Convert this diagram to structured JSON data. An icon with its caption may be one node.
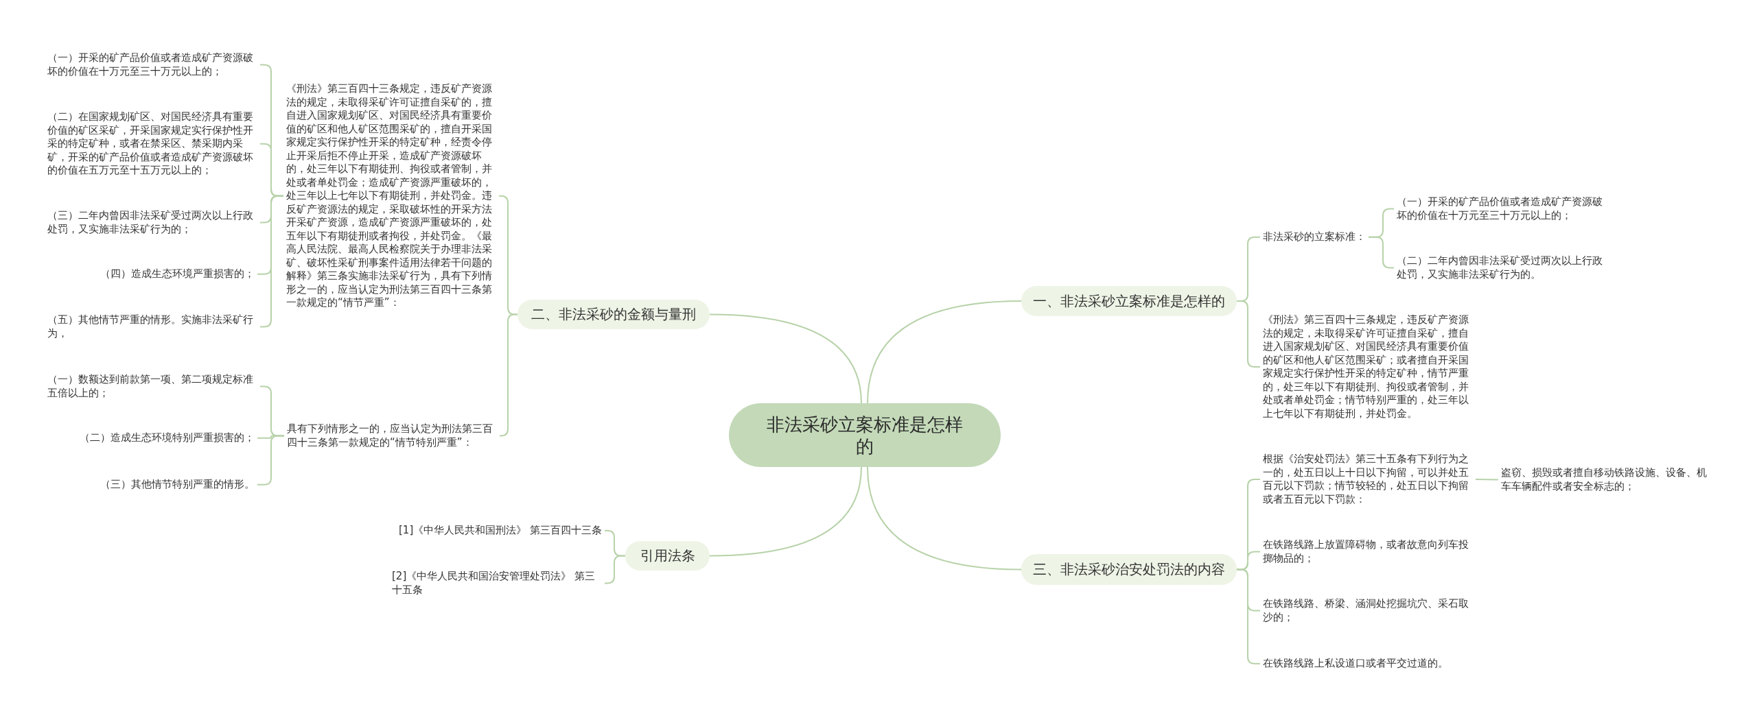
{
  "diagram": {
    "nodes": [
      {
        "text": [
          "非法采砂立案标准是怎样的"
        ]
      },
      {
        "text": [
          "一、非法采砂立案标准是怎样的"
        ]
      },
      {
        "text": [
          "非法采砂的立案标准："
        ]
      },
      {
        "text": [
          "（一）开采的矿产品价值或者造成矿产资源破坏的价值在十万元至三十万元以上的；"
        ]
      },
      {
        "text": [
          "（二）二年内曾因非法采矿受过两次以上行政处罚，又实施非法采矿行为的。"
        ]
      },
      {
        "text": [
          "《刑法》第三百四十三条规定，违反矿产资源法的规定，未取得采矿许可证擅自采矿，擅自进入国家规划矿区、对国民经济具有重要价值的矿区和他人矿区范围采矿；或者擅自开采国家规定实行保护性开采的特定矿种，情节严重的，处三年以下有期徒刑、拘役或者管制，并处或者单处罚金；情节特别严重的，处三年以上七年以下有期徒刑，并处罚金。"
        ]
      },
      {
        "text": [
          "三、非法采砂治安处罚法的内容"
        ]
      },
      {
        "text": [
          "根据《治安处罚法》第三十五条有下列行为之一的，处五日以上十日以下拘留，可以并处五百元以下罚款；情节较轻的，处五日以下拘留或者五百元以下罚款："
        ]
      },
      {
        "text": [
          "盗窃、损毁或者擅自移动铁路设施、设备、机车车辆配件或者安全标志的；"
        ]
      },
      {
        "text": [
          "在铁路线路上放置障碍物，或者故意向列车投掷物品的；"
        ]
      },
      {
        "text": [
          "在铁路线路、桥梁、涵洞处挖掘坑穴、采石取沙的；"
        ]
      },
      {
        "text": [
          "在铁路线路上私设道口或者平交过道的。"
        ]
      },
      {
        "text": [
          "二、非法采砂的金额与量刑"
        ]
      },
      {
        "text": [
          "《刑法》第三百四十三条规定，违反矿产资源法的规定，未取得采矿许可证擅自采矿的，擅自进入国家规划矿区、对国民经济具有重要价值的矿区和他人矿区范围采矿的，擅自开采国家规定实行保护性开采的特定矿种，经责令停止开采后拒不停止开采，造成矿产资源破坏的，处三年以下有期徒刑、拘役或者管制，并处或者单处罚金；造成矿产资源严重破坏的，处三年以上七年以下有期徒刑，并处罚金。违反矿产资源法的规定，采取破坏性的开采方法开采矿产资源，造成矿产资源严重破坏的，处五年以下有期徒刑或者拘役，并处罚金。《最高人民法院、最高人民检察院关于办理非法采矿、破坏性采矿刑事案件适用法律若干问题的解释》第三条实施非法采矿行为，具有下列情形之一的，应当认定为刑法第三百四十三条第一款规定的“情节严重”："
        ]
      },
      {
        "text": [
          "（一）开采的矿产品价值或者造成矿产资源破坏的价值在十万元至三十万元以上的；"
        ]
      },
      {
        "text": [
          "（二）在国家规划矿区、对国民经济具有重要价值的矿区采矿，开采国家规定实行保护性开采的特定矿种，或者在禁采区、禁采期内采矿，开采的矿产品价值或者造成矿产资源破坏的价值在五万元至十五万元以上的；"
        ]
      },
      {
        "text": [
          "（三）二年内曾因非法采矿受过两次以上行政处罚，又实施非法采矿行为的；"
        ]
      },
      {
        "text": [
          "（四）造成生态环境严重损害的；"
        ]
      },
      {
        "text": [
          "（五）其他情节严重的情形。实施非法采矿行为，"
        ]
      },
      {
        "text": [
          "具有下列情形之一的，应当认定为刑法第三百四十三条第一款规定的“情节特别严重”："
        ]
      },
      {
        "text": [
          "（一）数额达到前款第一项、第二项规定标准五倍以上的；"
        ]
      },
      {
        "text": [
          "（二）造成生态环境特别严重损害的；"
        ]
      },
      {
        "text": [
          "（三）其他情节特别严重的情形。"
        ]
      },
      {
        "text": [
          "引用法条"
        ]
      },
      {
        "text": [
          "[1]《中华人民共和国刑法》 第三百四十三条"
        ]
      },
      {
        "text": [
          "[2]《中华人民共和国治安管理处罚法》 第三十五条"
        ]
      }
    ],
    "edges": [
      {
        "from": 0,
        "to": 1,
        "arrow": "none"
      },
      {
        "from": 1,
        "to": 2,
        "arrow": "none"
      },
      {
        "from": 2,
        "to": 3,
        "arrow": "none"
      },
      {
        "from": 2,
        "to": 4,
        "arrow": "none"
      },
      {
        "from": 1,
        "to": 5,
        "arrow": "none"
      },
      {
        "from": 0,
        "to": 6,
        "arrow": "none"
      },
      {
        "from": 6,
        "to": 7,
        "arrow": "none"
      },
      {
        "from": 7,
        "to": 8,
        "arrow": "none"
      },
      {
        "from": 6,
        "to": 9,
        "arrow": "none"
      },
      {
        "from": 6,
        "to": 10,
        "arrow": "none"
      },
      {
        "from": 6,
        "to": 11,
        "arrow": "none"
      },
      {
        "from": 0,
        "to": 12,
        "arrow": "none"
      },
      {
        "from": 12,
        "to": 13,
        "arrow": "none"
      },
      {
        "from": 13,
        "to": 14,
        "arrow": "none"
      },
      {
        "from": 13,
        "to": 15,
        "arrow": "none"
      },
      {
        "from": 13,
        "to": 16,
        "arrow": "none"
      },
      {
        "from": 13,
        "to": 17,
        "arrow": "none"
      },
      {
        "from": 13,
        "to": 18,
        "arrow": "none"
      },
      {
        "from": 12,
        "to": 19,
        "arrow": "none"
      },
      {
        "from": 19,
        "to": 20,
        "arrow": "none"
      },
      {
        "from": 19,
        "to": 21,
        "arrow": "none"
      },
      {
        "from": 19,
        "to": 22,
        "arrow": "none"
      },
      {
        "from": 0,
        "to": 23,
        "arrow": "none"
      },
      {
        "from": 23,
        "to": 24,
        "arrow": "none"
      },
      {
        "from": 23,
        "to": 25,
        "arrow": "none"
      }
    ]
  }
}
